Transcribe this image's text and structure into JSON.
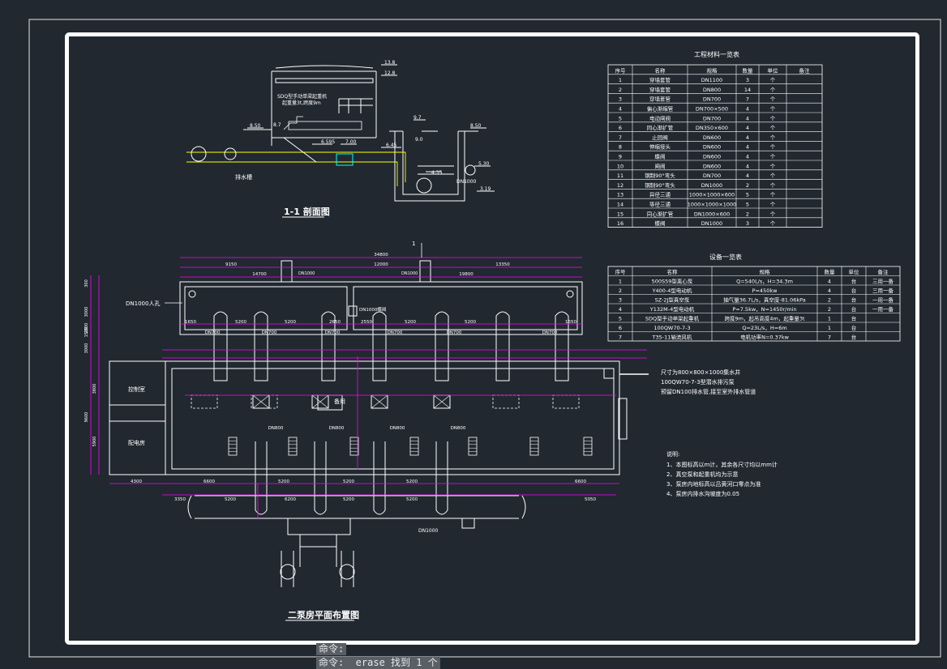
{
  "section_view": {
    "title": "1-1 剖面图",
    "crane_note_1": "SDQ型手动单梁起重机",
    "crane_note_2": "起重量3t,跨度9m",
    "drain_label": "排水槽",
    "elevations": [
      "13.8",
      "12.8",
      "8.50",
      "8.7",
      "6.595",
      "7.00",
      "6.45",
      "9.7",
      "9.0",
      "8.50",
      "4.35",
      "5.30",
      "3.19"
    ],
    "pipe_label": "DN1000"
  },
  "materials_table": {
    "title": "工程材料一览表",
    "headers": [
      "序号",
      "名称",
      "规格",
      "数量",
      "单位",
      "备注"
    ],
    "rows": [
      [
        "1",
        "穿墙套管",
        "DN1100",
        "3",
        "个",
        ""
      ],
      [
        "2",
        "穿墙套管",
        "DN800",
        "14",
        "个",
        ""
      ],
      [
        "3",
        "穿墙套管",
        "DN700",
        "7",
        "个",
        ""
      ],
      [
        "4",
        "偏心渐缩管",
        "DN700×500",
        "4",
        "个",
        ""
      ],
      [
        "5",
        "电动闸阀",
        "DN700",
        "4",
        "个",
        ""
      ],
      [
        "6",
        "同心渐扩管",
        "DN350×600",
        "4",
        "个",
        ""
      ],
      [
        "7",
        "止回阀",
        "DN600",
        "4",
        "个",
        ""
      ],
      [
        "8",
        "伸缩接头",
        "DN600",
        "4",
        "个",
        ""
      ],
      [
        "9",
        "蝶阀",
        "DN600",
        "4",
        "个",
        ""
      ],
      [
        "10",
        "闸阀",
        "DN600",
        "4",
        "个",
        ""
      ],
      [
        "11",
        "钢制90°弯头",
        "DN700",
        "4",
        "个",
        ""
      ],
      [
        "12",
        "钢制90°弯头",
        "DN1000",
        "2",
        "个",
        ""
      ],
      [
        "13",
        "异径三通",
        "1000×1000×600",
        "5",
        "个",
        ""
      ],
      [
        "14",
        "等径三通",
        "1000×1000×1000",
        "5",
        "个",
        ""
      ],
      [
        "15",
        "同心渐扩管",
        "DN1000×600",
        "2",
        "个",
        ""
      ],
      [
        "16",
        "蝶阀",
        "DN1000",
        "3",
        "个",
        ""
      ]
    ]
  },
  "equipment_table": {
    "title": "设备一览表",
    "headers": [
      "序号",
      "名称",
      "规格",
      "数量",
      "单位",
      "备注"
    ],
    "rows": [
      [
        "1",
        "500S59型离心泵",
        "Q=540L/s，H=34.3m",
        "4",
        "台",
        "三用一备"
      ],
      [
        "2",
        "Y400-4型电动机",
        "P=450kw",
        "4",
        "台",
        "三用一备"
      ],
      [
        "3",
        "SZ-2J型真空泵",
        "抽气量36.7L/s，真空度-81.06kPa",
        "2",
        "台",
        "一用一备"
      ],
      [
        "4",
        "Y132M-4型电动机",
        "P=7.5kw，N=1450r/min",
        "2",
        "台",
        "一用一备"
      ],
      [
        "5",
        "SDQ型手动单梁起重机",
        "跨度9m，起吊高度4m，起重量3t",
        "1",
        "台",
        ""
      ],
      [
        "6",
        "100QW70-7-3",
        "Q=23L/s，H=6m",
        "1",
        "台",
        ""
      ],
      [
        "7",
        "T35-11轴流风机",
        "电机功率N=0.37kw",
        "7",
        "台",
        ""
      ]
    ]
  },
  "plan_view": {
    "title": "二泵房平面布置图",
    "section_marker": "1",
    "manhole_label": "DN1000人孔",
    "control_room": "控制室",
    "power_room": "配电房",
    "spare_room": "备用",
    "top_dims": [
      "34800",
      "9150",
      "12000",
      "13350",
      "14700",
      "19800"
    ],
    "pipe_dn1000": "DN1000",
    "pipe_dn700": "DN700",
    "pipe_dn800": "DN800",
    "valve_label": "DN1000蝶阀",
    "row_dims": [
      "1650",
      "5200",
      "5200",
      "2650",
      "2550",
      "5200",
      "5200",
      "1650"
    ],
    "bottom_dims": [
      "4300",
      "6600",
      "5200",
      "5200",
      "5200",
      "6600"
    ],
    "bottom_dims2": [
      "3350",
      "5200",
      "6200",
      "5200",
      "5200",
      "5050"
    ],
    "left_dims": [
      "300",
      "3000",
      "1500",
      "3000",
      "2000",
      "9600",
      "3800",
      "5900"
    ],
    "sump_notes": [
      "尺寸为800×800×1000集水井",
      "100QW70-7-3型潜水排污泵",
      "预留DN100排水管,接至室外排水管道"
    ],
    "notes_title": "说明:",
    "notes": [
      "1、本图标高以m计，其余各尺寸均以mm计",
      "2、真空泵和起重机均为示意",
      "3、泵房内地标高以吕黄河口零点为准",
      "4、泵房内排水沟坡度为0.05"
    ]
  },
  "command_line": {
    "line1": "命令:",
    "line2": "命令:  erase 找到 1 个"
  },
  "colors": {
    "background": "#212830",
    "frame": "#ffffff",
    "dimension": "#ff00ff",
    "cyan": "#00ffff",
    "yellow": "#ffff00"
  }
}
